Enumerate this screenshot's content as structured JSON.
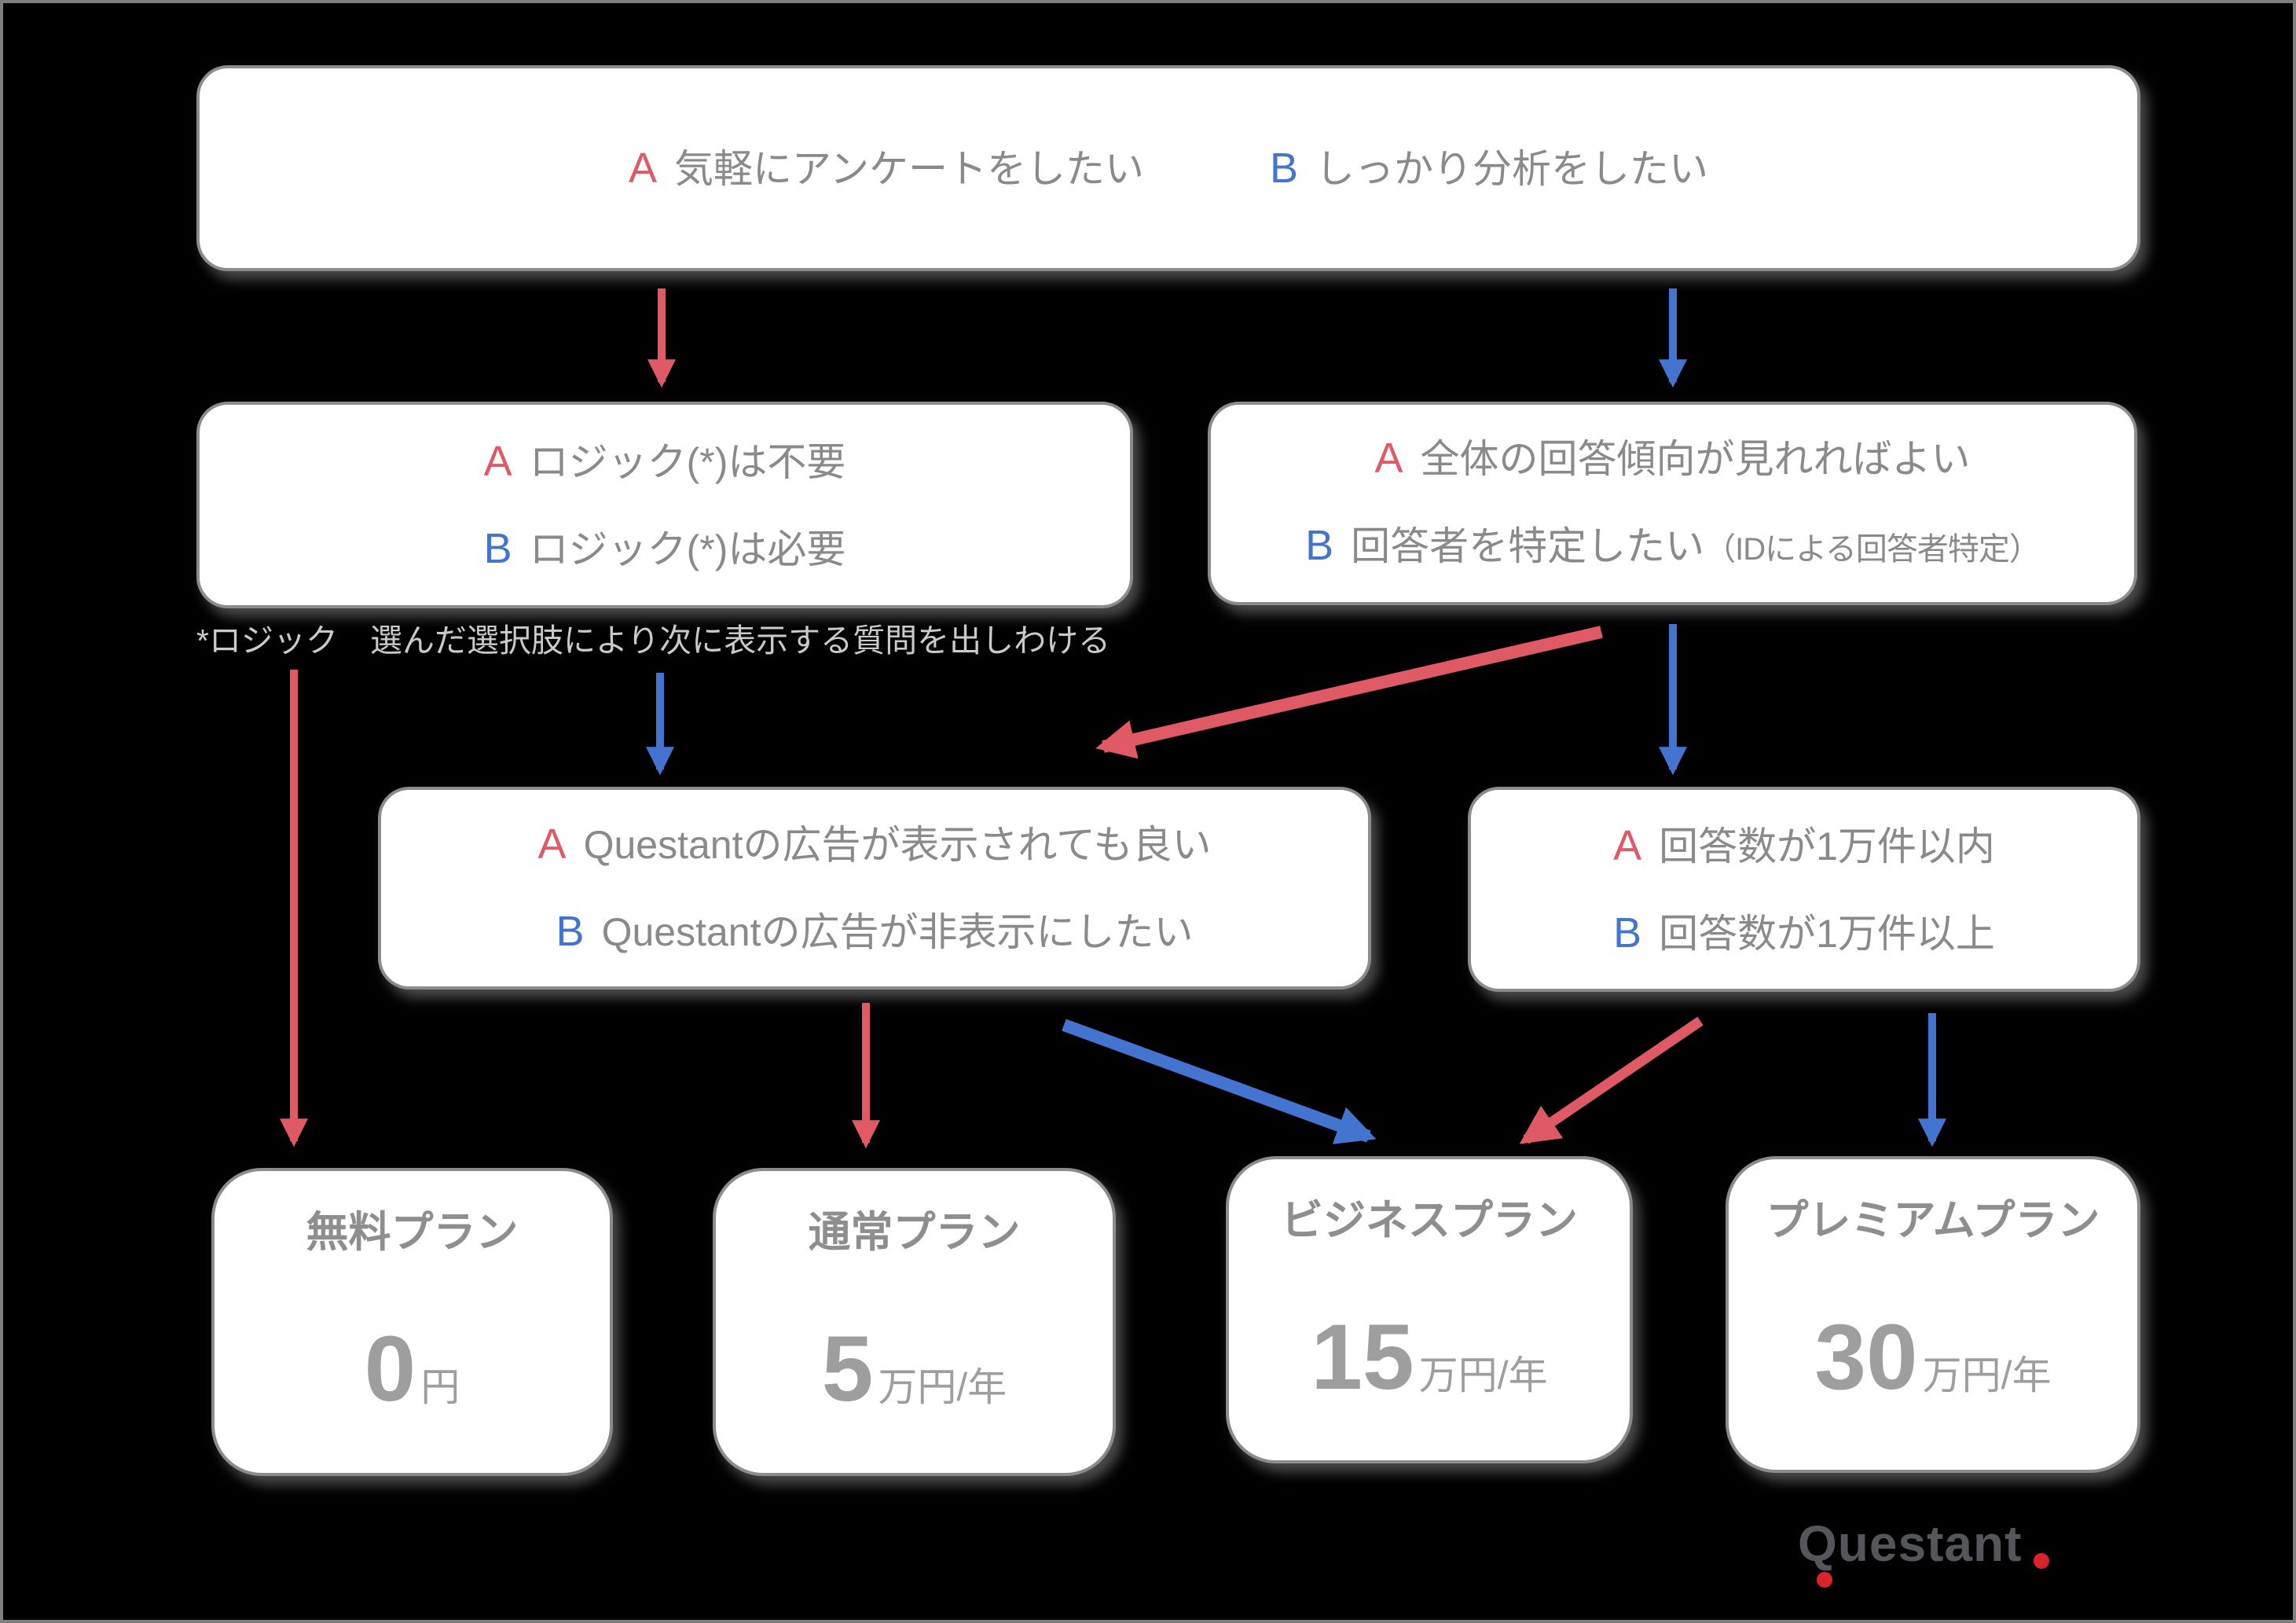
{
  "colors": {
    "background": "#000000",
    "accent_red": "#E05A66",
    "accent_blue": "#4374D0",
    "box_text_gray": "#8A8A8A",
    "box_border_gray": "#8C8C8C",
    "footnote_gray": "#CACACA",
    "plan_text_gray": "#9E9E9E",
    "logo_gray": "#55565B",
    "logo_red": "#D8232B"
  },
  "questions": {
    "start": {
      "options": [
        {
          "key": "A",
          "text": "気軽にアンケートをしたい"
        },
        {
          "key": "B",
          "text": "しっかり分析をしたい"
        }
      ]
    },
    "logic": {
      "options": [
        {
          "key": "A",
          "text": "ロジック(*)は不要"
        },
        {
          "key": "B",
          "text": "ロジック(*)は必要"
        }
      ]
    },
    "analysis": {
      "options": [
        {
          "key": "A",
          "text": "全体の回答傾向が見れればよい"
        },
        {
          "key": "B",
          "text": "回答者を特定したい",
          "note": "（IDによる回答者特定）"
        }
      ]
    },
    "ads": {
      "options": [
        {
          "key": "A",
          "text": "Questantの広告が表示されても良い"
        },
        {
          "key": "B",
          "text": "Questantの広告が非表示にしたい"
        }
      ]
    },
    "responses": {
      "options": [
        {
          "key": "A",
          "text": "回答数が1万件以内"
        },
        {
          "key": "B",
          "text": "回答数が1万件以上"
        }
      ]
    }
  },
  "footnote": "*ロジック　選んだ選択肢により次に表示する質問を出しわける",
  "plans": [
    {
      "name": "無料プラン",
      "amount": "0",
      "unit": "円"
    },
    {
      "name": "通常プラン",
      "amount": "5",
      "unit": "万円/年"
    },
    {
      "name": "ビジネスプラン",
      "amount": "15",
      "unit": "万円/年"
    },
    {
      "name": "プレミアムプラン",
      "amount": "30",
      "unit": "万円/年"
    }
  ],
  "logo": {
    "text": "Questant"
  },
  "arrows": [
    {
      "from": "start-A",
      "to": "logic",
      "color": "red"
    },
    {
      "from": "start-B",
      "to": "analysis",
      "color": "blue"
    },
    {
      "from": "logic-A",
      "to": "plan-free",
      "color": "red"
    },
    {
      "from": "logic-B",
      "to": "ads",
      "color": "blue"
    },
    {
      "from": "analysis-A",
      "to": "ads",
      "color": "red"
    },
    {
      "from": "analysis-B",
      "to": "responses",
      "color": "blue"
    },
    {
      "from": "ads-A",
      "to": "plan-standard",
      "color": "red"
    },
    {
      "from": "ads-B",
      "to": "plan-business",
      "color": "blue"
    },
    {
      "from": "responses-A",
      "to": "plan-business",
      "color": "red"
    },
    {
      "from": "responses-B",
      "to": "plan-premium",
      "color": "blue"
    }
  ]
}
